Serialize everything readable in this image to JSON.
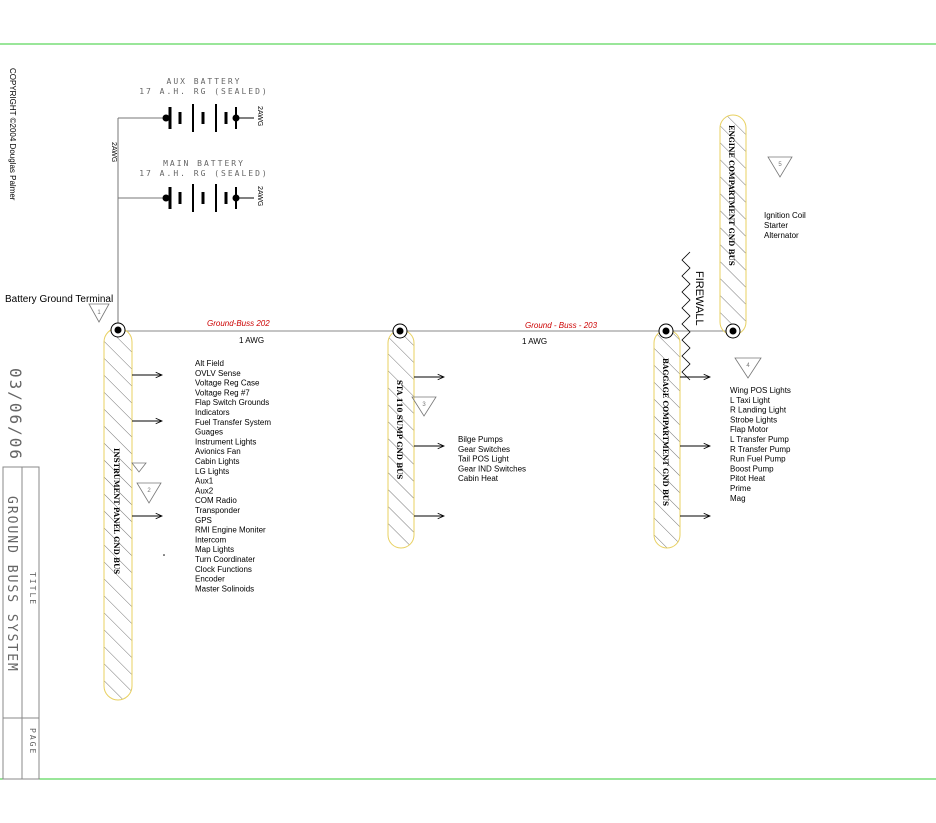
{
  "copyright": "COPYRIGHT ©2004 Douglas Palmer",
  "date": "03/06/06",
  "title_block": {
    "title_label": "TITLE",
    "title_value": "GROUND BUSS SYSTEM",
    "page_label": "PAGE"
  },
  "batteries": {
    "aux_name": "AUX BATTERY",
    "aux_spec": "17 A.H. RG (SEALED)",
    "main_name": "MAIN BATTERY",
    "main_spec": "17 A.H. RG (SEALED)",
    "wire_gauge": "2AWG"
  },
  "battery_ground_terminal": "Battery Ground Terminal",
  "wires": {
    "buss_202": "Ground-Buss 202",
    "buss_202_gauge": "1 AWG",
    "buss_203": "Ground - Buss - 203",
    "buss_203_gauge": "1 AWG"
  },
  "firewall": "FIREWALL",
  "buses": {
    "instrument_panel": "INSTRUMENT PANEL GND BUS",
    "sump": "STA 110 SUMP GND BUS",
    "baggage": "BAGGAGE COMPARTMENT GND BUS",
    "engine": "ENGINE COMPARTMENT GND BUS"
  },
  "triangle_markers": {
    "t1": "1",
    "t2": "2",
    "t3": "3",
    "t4": "4",
    "t5": "5"
  },
  "lists": {
    "instrument_panel_items": [
      "Alt Field",
      "OVLV Sense",
      "Voltage Reg Case",
      "Voltage Reg #7",
      "Flap Switch Grounds",
      "Indicators",
      "Fuel Transfer System",
      "Guages",
      "Instrument Lights",
      "Avionics Fan",
      "Cabin Lights",
      "LG Lights",
      "Aux1",
      "Aux2",
      "COM Radio",
      "Transponder",
      "GPS",
      "RMI Engine Moniter",
      "Intercom",
      "Map Lights",
      "Turn Coordinater",
      "Clock Functions",
      "Encoder",
      "Master Solinoids"
    ],
    "sump_items": [
      "Bilge Pumps",
      "Gear Switches",
      "Tail POS Light",
      "Gear IND Switches",
      "Cabin Heat"
    ],
    "baggage_items": [
      "Wing POS Lights",
      "L Taxi Light",
      "R Landing Light",
      "Strobe Lights",
      "Flap Motor",
      "L Transfer Pump",
      "R Transfer Pump",
      "Run Fuel Pump",
      "Boost Pump",
      "Pitot Heat",
      "Prime",
      "Mag"
    ],
    "engine_items": [
      "Ignition Coil",
      "Starter",
      "Alternator"
    ]
  },
  "colors": {
    "border_green": "#33cc33",
    "bus_outline": "#e8d060",
    "hatch": "#555555",
    "wire_label_red": "#cc0000"
  }
}
